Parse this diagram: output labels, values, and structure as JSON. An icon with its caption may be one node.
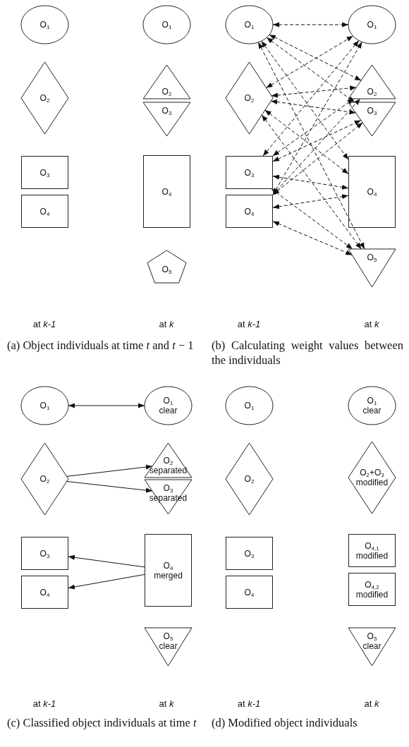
{
  "diagram": {
    "nodes": [
      {
        "text": [
          "O$_{1}$"
        ]
      },
      {
        "text": [
          "O$_{2}$"
        ]
      },
      {
        "text": [
          "O$_{3}$"
        ]
      },
      {
        "text": [
          "O$_{4}$"
        ]
      },
      {
        "text": [
          "O$_{1}$"
        ]
      },
      {
        "text": [
          "O$_{2}$"
        ]
      },
      {
        "text": [
          "O$_{3}$"
        ]
      },
      {
        "text": [
          "O$_{4}$"
        ]
      },
      {
        "text": [
          "O$_{5}$"
        ]
      },
      {
        "text": [
          "O$_{1}$"
        ]
      },
      {
        "text": [
          "O$_{2}$"
        ]
      },
      {
        "text": [
          "O$_{3}$"
        ]
      },
      {
        "text": [
          "O$_{4}$"
        ]
      },
      {
        "text": [
          "O$_{1}$"
        ]
      },
      {
        "text": [
          "O$_{2}$"
        ]
      },
      {
        "text": [
          "O$_{3}$"
        ]
      },
      {
        "text": [
          "O$_{4}$"
        ]
      },
      {
        "text": [
          "O$_{5}$"
        ]
      },
      {
        "text": [
          "O$_{1}$"
        ]
      },
      {
        "text": [
          "O$_{2}$"
        ]
      },
      {
        "text": [
          "O$_{3}$"
        ]
      },
      {
        "text": [
          "O$_{4}$"
        ]
      },
      {
        "text": [
          "O$_{1}$",
          "clear"
        ]
      },
      {
        "text": [
          "O$_{2}$",
          "separated"
        ]
      },
      {
        "text": [
          "O$_{3}$",
          "separated"
        ]
      },
      {
        "text": [
          "O$_{4}$",
          "merged"
        ]
      },
      {
        "text": [
          "O$_{5}$",
          "clear"
        ]
      },
      {
        "text": [
          "O$_{1}$"
        ]
      },
      {
        "text": [
          "O$_{2}$"
        ]
      },
      {
        "text": [
          "O$_{3}$"
        ]
      },
      {
        "text": [
          "O$_{4}$"
        ]
      },
      {
        "text": [
          "O$_{1}$",
          "clear"
        ]
      },
      {
        "text": [
          "O$_{2}$+O$_{3}$",
          "modified"
        ]
      },
      {
        "text": [
          "O$_{4,1}$",
          "modified"
        ]
      },
      {
        "text": [
          "O$_{4,2}$",
          "modified"
        ]
      },
      {
        "text": [
          "O$_{5}$",
          "clear"
        ]
      }
    ],
    "edges": [
      {
        "from": 9,
        "to": 13,
        "arrow": "both",
        "style": "dashed"
      },
      {
        "from": 9,
        "to": 14,
        "arrow": "both",
        "style": "dashed"
      },
      {
        "from": 9,
        "to": 15,
        "arrow": "both",
        "style": "dashed"
      },
      {
        "from": 9,
        "to": 16,
        "arrow": "both",
        "style": "dashed"
      },
      {
        "from": 9,
        "to": 17,
        "arrow": "both",
        "style": "dashed"
      },
      {
        "from": 10,
        "to": 13,
        "arrow": "both",
        "style": "dashed"
      },
      {
        "from": 10,
        "to": 14,
        "arrow": "both",
        "style": "dashed"
      },
      {
        "from": 10,
        "to": 15,
        "arrow": "both",
        "style": "dashed"
      },
      {
        "from": 10,
        "to": 16,
        "arrow": "both",
        "style": "dashed"
      },
      {
        "from": 10,
        "to": 17,
        "arrow": "both",
        "style": "dashed"
      },
      {
        "from": 11,
        "to": 13,
        "arrow": "both",
        "style": "dashed"
      },
      {
        "from": 11,
        "to": 14,
        "arrow": "both",
        "style": "dashed"
      },
      {
        "from": 11,
        "to": 15,
        "arrow": "both",
        "style": "dashed"
      },
      {
        "from": 11,
        "to": 16,
        "arrow": "both",
        "style": "dashed"
      },
      {
        "from": 11,
        "to": 17,
        "arrow": "both",
        "style": "dashed"
      },
      {
        "from": 12,
        "to": 13,
        "arrow": "both",
        "style": "dashed"
      },
      {
        "from": 12,
        "to": 14,
        "arrow": "both",
        "style": "dashed"
      },
      {
        "from": 12,
        "to": 15,
        "arrow": "both",
        "style": "dashed"
      },
      {
        "from": 12,
        "to": 16,
        "arrow": "both",
        "style": "dashed"
      },
      {
        "from": 12,
        "to": 17,
        "arrow": "both",
        "style": "dashed"
      },
      {
        "from": 18,
        "to": 22,
        "arrow": "both"
      },
      {
        "from": 19,
        "to": 23,
        "arrow": "to"
      },
      {
        "from": 19,
        "to": 24,
        "arrow": "to"
      },
      {
        "from": 25,
        "to": 20,
        "arrow": "to"
      },
      {
        "from": 25,
        "to": 21,
        "arrow": "to"
      }
    ],
    "labels": [
      "at *k-1*",
      "at *k*",
      "at *k-1*",
      "at *k*",
      "(a) Object individuals at time *t* and *t* − 1",
      "(b) Calculating weight values between the individuals",
      "at *k-1*",
      "at *k*",
      "at *k-1*",
      "at *k*",
      "(c) Classified object individuals at time *t*",
      "(d) Modified object individuals"
    ]
  }
}
